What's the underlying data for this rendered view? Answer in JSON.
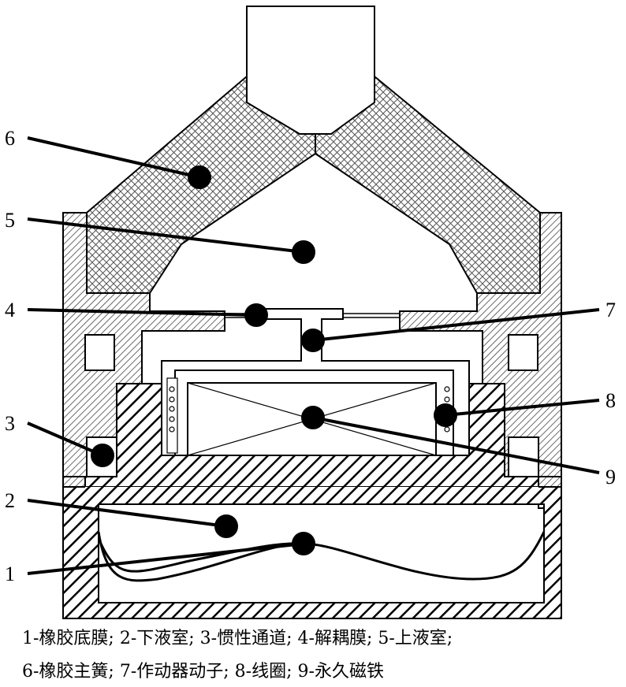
{
  "labels": [
    {
      "num": "1",
      "part": "橡胶底膜"
    },
    {
      "num": "2",
      "part": "下液室"
    },
    {
      "num": "3",
      "part": "惯性通道"
    },
    {
      "num": "4",
      "part": "解耦膜"
    },
    {
      "num": "5",
      "part": "上液室"
    },
    {
      "num": "6",
      "part": "橡胶主簧"
    },
    {
      "num": "7",
      "part": "作动器动子"
    },
    {
      "num": "8",
      "part": "线圈"
    },
    {
      "num": "9",
      "part": "永久磁铁"
    }
  ],
  "caption": {
    "line1": "1-橡胶底膜; 2-下液室; 3-惯性通道; 4-解耦膜; 5-上液室;",
    "line2": "6-橡胶主簧; 7-作动器动子; 8-线圈; 9-永久磁铁"
  }
}
